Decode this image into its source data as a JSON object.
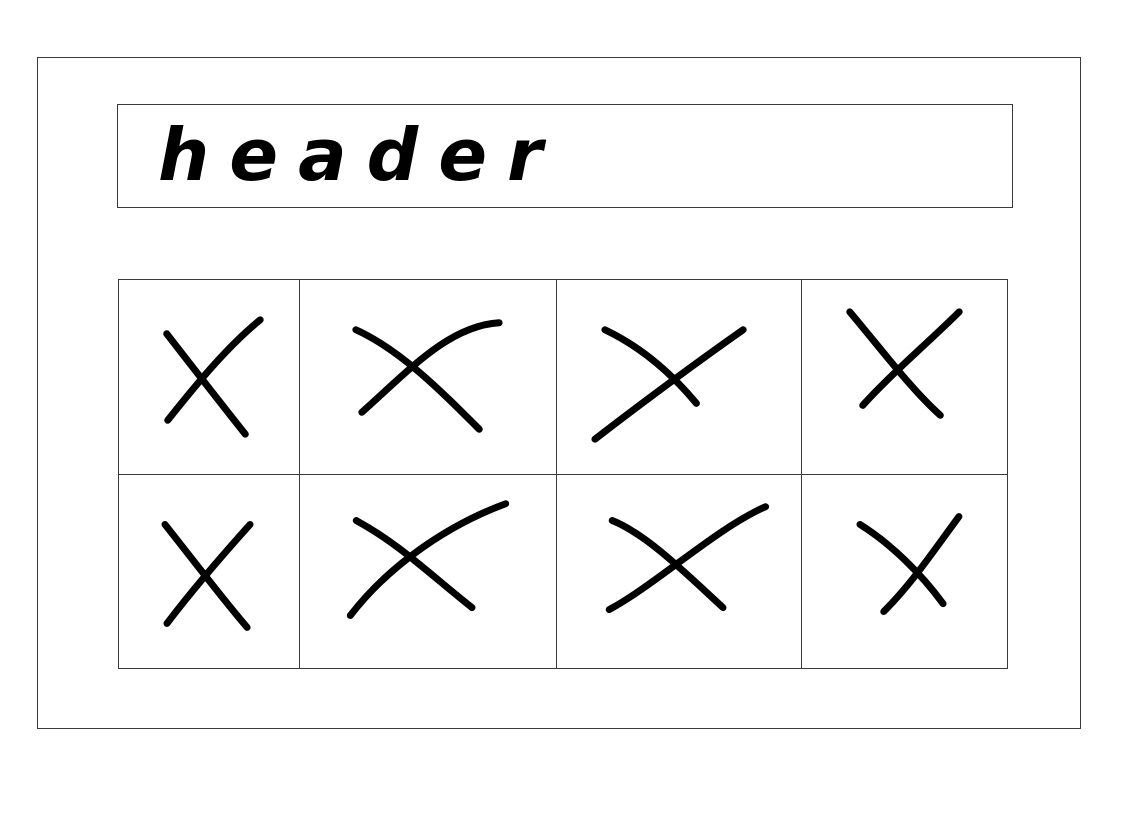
{
  "header": {
    "label": "header"
  },
  "grid": {
    "rows": 2,
    "columns": 4,
    "cells": [
      {
        "icon": "placeholder-x-icon"
      },
      {
        "icon": "placeholder-x-icon"
      },
      {
        "icon": "placeholder-x-icon"
      },
      {
        "icon": "placeholder-x-icon"
      },
      {
        "icon": "placeholder-x-icon"
      },
      {
        "icon": "placeholder-x-icon"
      },
      {
        "icon": "placeholder-x-icon"
      },
      {
        "icon": "placeholder-x-icon"
      }
    ]
  },
  "colors": {
    "stroke": "#000000",
    "border": "#3a3a3a",
    "background": "#ffffff"
  }
}
